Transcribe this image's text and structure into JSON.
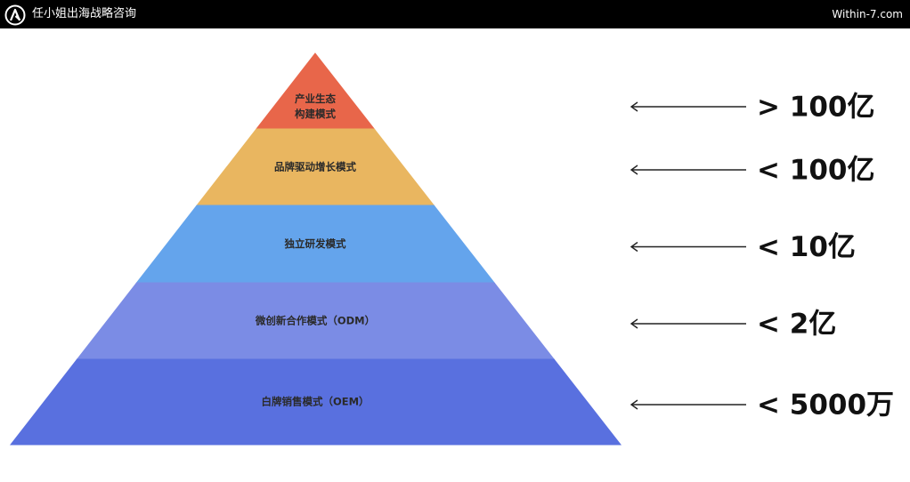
{
  "header": {
    "brand_name": "任小姐出海战略咨询",
    "site_url": "Within-7.com",
    "logo_icon": "logo-icon",
    "background_color": "#000000"
  },
  "pyramid": {
    "layers": [
      {
        "label_lines": [
          "产业生态",
          "构建模式"
        ],
        "value": "> 100亿",
        "color": "#e8664a"
      },
      {
        "label_lines": [
          "品牌驱动增长模式"
        ],
        "value": "< 100亿",
        "color": "#e9b660"
      },
      {
        "label_lines": [
          "独立研发模式"
        ],
        "value": "< 10亿",
        "color": "#64a4ec"
      },
      {
        "label_lines": [
          "微创新合作模式（ODM）"
        ],
        "value": "< 2亿",
        "color": "#7b8ce5"
      },
      {
        "label_lines": [
          "白牌销售模式（OEM）"
        ],
        "value": "< 5000万",
        "color": "#5970df"
      }
    ],
    "arrow_icon": "arrow-left-icon"
  }
}
